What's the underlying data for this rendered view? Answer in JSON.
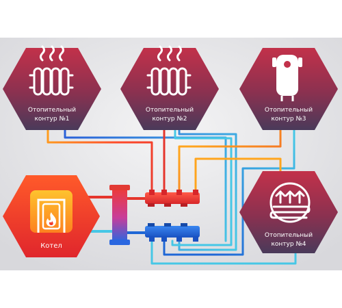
{
  "circuits": [
    {
      "line1": "Отопительный",
      "line2": "контур  №1"
    },
    {
      "line1": "Отопительный",
      "line2": "контур  №2"
    },
    {
      "line1": "Отопительный",
      "line2": "контур  №3"
    },
    {
      "line1": "Отопительный",
      "line2": "контур  №4"
    }
  ],
  "boiler": {
    "label": "Котел"
  },
  "icons": {
    "circuit1": "radiator-icon",
    "circuit2": "radiator-icon",
    "circuit3": "water-heater-icon",
    "circuit4": "floor-heating-icon",
    "boiler": "boiler-flame-icon"
  },
  "colors": {
    "hex_top": "#c2314a",
    "hex_bottom": "#4a3a5a",
    "boiler_outer": "#f23e2e",
    "boiler_inner": "#ffb21e",
    "hot_pipe": "#e5352c",
    "cold_pipe": "#1f67d6",
    "return_pipe": "#46c7e6",
    "warm_pipe": "#ffa51e",
    "background": "#e8e8ea"
  }
}
